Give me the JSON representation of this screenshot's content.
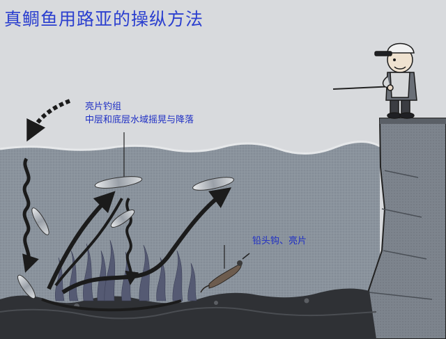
{
  "title": "真鲷鱼用路亚的操纵方法",
  "annotations": {
    "spoon_line1": "亮片钓组",
    "spoon_line2": "中层和底层水域摇晃与降落",
    "jighead": "铅头钩、亮片"
  },
  "colors": {
    "title": "#2b3fcf",
    "annotation": "#1f2fc4",
    "sky": "#d8dadd",
    "water": "#868f99",
    "seabed": "#2f3135",
    "arrow": "#1b1b1b",
    "weed": "#555a73"
  },
  "icons": [
    "fisherman-icon",
    "fishing-rod-icon",
    "spoon-lure-icon",
    "jighead-lure-icon",
    "seaweed-icon",
    "rock-pier-icon",
    "motion-arrow-icon"
  ]
}
